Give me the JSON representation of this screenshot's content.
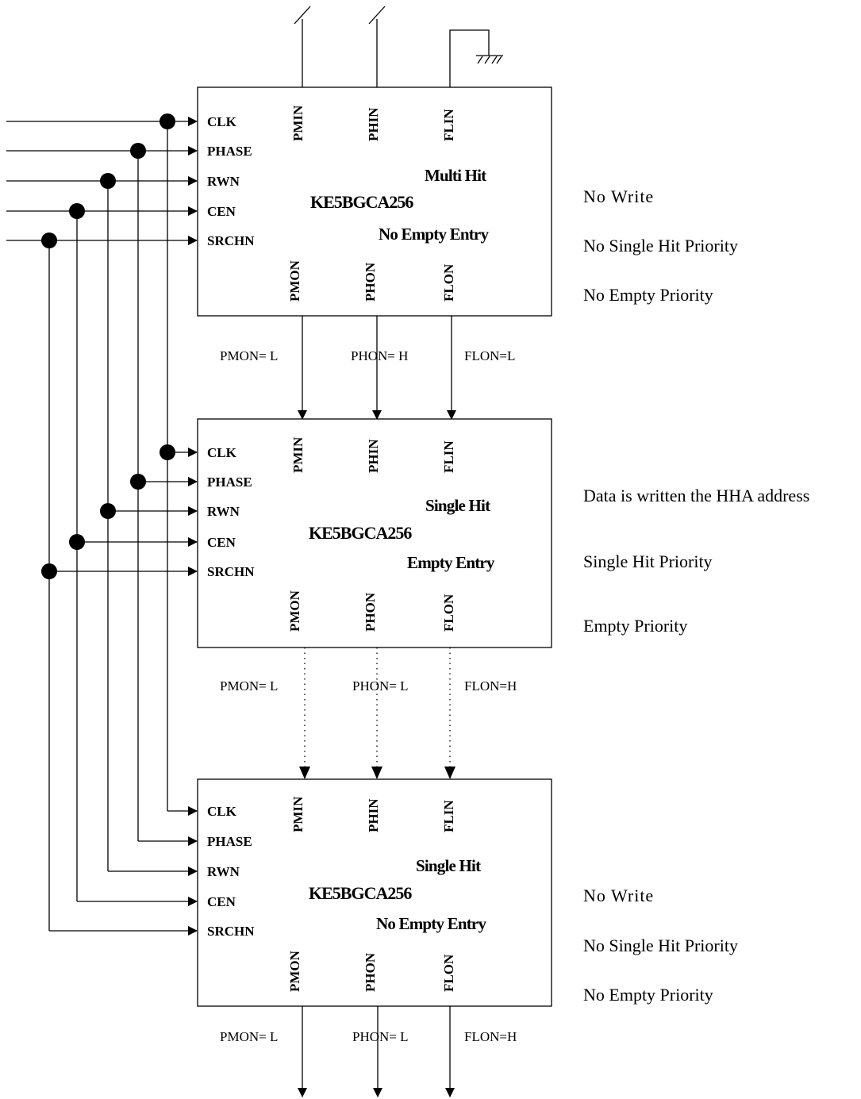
{
  "chips": [
    {
      "name": "KE5BGCA256",
      "pins_left": [
        "CLK",
        "PHASE",
        "RWN",
        "CEN",
        "SRCHN"
      ],
      "pins_top": [
        "PMIN",
        "PHIN",
        "FLIN"
      ],
      "pins_bottom": [
        "PMON",
        "PHON",
        "FLON"
      ],
      "hit_status": "Multi Hit",
      "entry_status": "No Empty Entry",
      "notes": [
        "No Write",
        "No Single Hit Priority",
        "No Empty Priority"
      ]
    },
    {
      "name": "KE5BGCA256",
      "pins_left": [
        "CLK",
        "PHASE",
        "RWN",
        "CEN",
        "SRCHN"
      ],
      "pins_top": [
        "PMIN",
        "PHIN",
        "FLIN"
      ],
      "pins_bottom": [
        "PMON",
        "PHON",
        "FLON"
      ],
      "hit_status": "Single Hit",
      "entry_status": "Empty Entry",
      "notes": [
        "Data is written the HHA address",
        "Single Hit Priority",
        "Empty Priority"
      ]
    },
    {
      "name": "KE5BGCA256",
      "pins_left": [
        "CLK",
        "PHASE",
        "RWN",
        "CEN",
        "SRCHN"
      ],
      "pins_top": [
        "PMIN",
        "PHIN",
        "FLIN"
      ],
      "pins_bottom": [
        "PMON",
        "PHON",
        "FLON"
      ],
      "hit_status": "Single Hit",
      "entry_status": "No Empty Entry",
      "notes": [
        "No Write",
        "No Single Hit Priority",
        "No Empty Priority"
      ]
    }
  ],
  "signals": [
    [
      "PMON= L",
      "PHON= H",
      "FLON=L"
    ],
    [
      "PMON= L",
      "PHON= L",
      "FLON=H"
    ],
    [
      "PMON= L",
      "PHON= L",
      "FLON=H"
    ]
  ]
}
